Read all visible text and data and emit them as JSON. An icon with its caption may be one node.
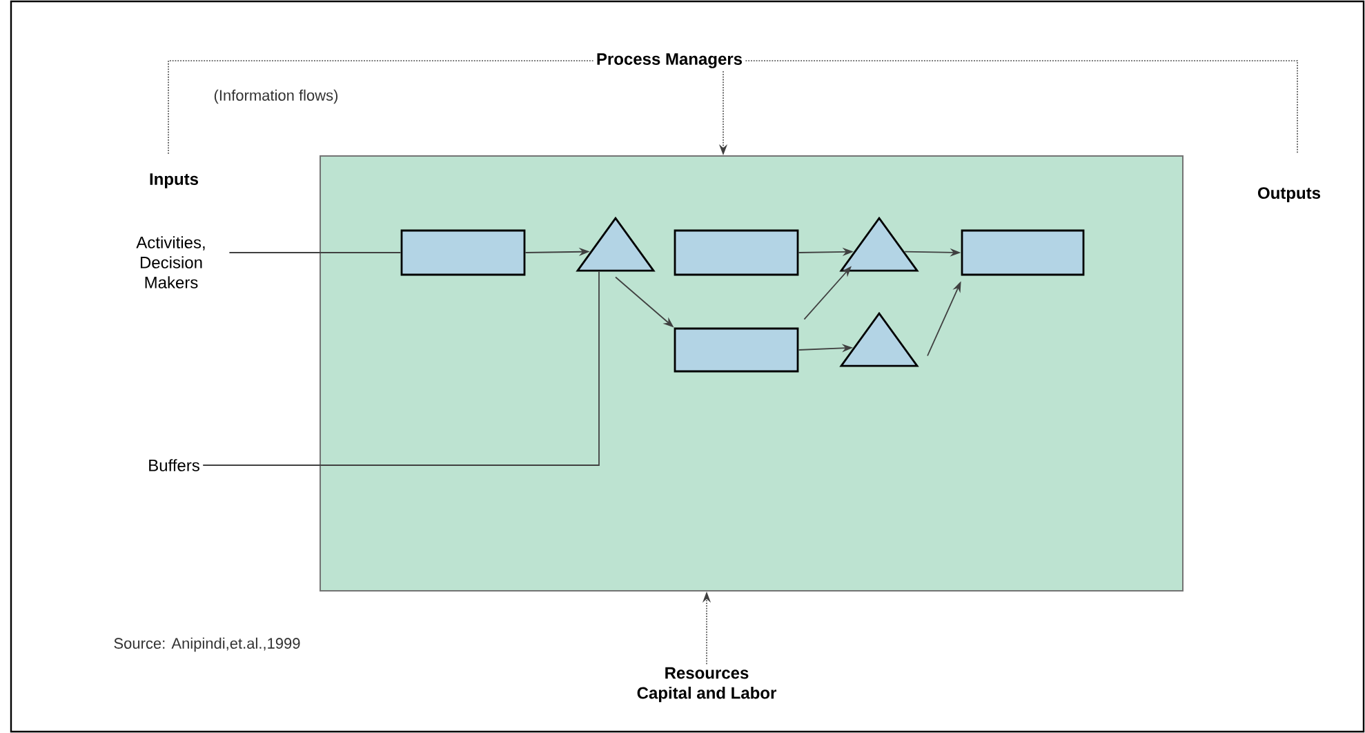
{
  "diagram": {
    "nodes": [
      {
        "text": [
          "Process Managers"
        ]
      },
      {
        "text": [
          "Inputs"
        ]
      },
      {
        "text": [
          "Outputs"
        ]
      },
      {
        "text": [],
        "shape": "box"
      },
      {
        "text": [
          "Activities, Decision Makers"
        ]
      },
      {
        "text": [
          "Buffers"
        ]
      },
      {
        "text": [],
        "shape": "box",
        "in": 3
      },
      {
        "text": [],
        "shape": "triangle",
        "in": 3
      },
      {
        "text": [],
        "shape": "box",
        "in": 3
      },
      {
        "text": [],
        "shape": "box",
        "in": 3
      },
      {
        "text": [],
        "shape": "triangle",
        "in": 3
      },
      {
        "text": [],
        "shape": "triangle",
        "in": 3
      },
      {
        "text": [],
        "shape": "box",
        "in": 3
      },
      {
        "text": [
          "Resources",
          "Capital and Labor"
        ]
      }
    ],
    "edges": [
      {
        "from": 0,
        "to": 3,
        "arrow": "to",
        "style": "dashed"
      },
      {
        "from": 0,
        "to": 1,
        "arrow": "none",
        "style": "dashed"
      },
      {
        "from": 0,
        "to": 2,
        "arrow": "none",
        "style": "dashed"
      },
      {
        "from": 13,
        "to": 3,
        "arrow": "to",
        "style": "dashed"
      },
      {
        "from": 4,
        "to": 6,
        "arrow": "none"
      },
      {
        "from": 6,
        "to": 7,
        "arrow": "to"
      },
      {
        "from": 7,
        "to": 9,
        "arrow": "to"
      },
      {
        "from": 5,
        "to": 7,
        "arrow": "none"
      },
      {
        "from": 8,
        "to": 10,
        "arrow": "to"
      },
      {
        "from": 9,
        "to": 10,
        "arrow": "to"
      },
      {
        "from": 9,
        "to": 11,
        "arrow": "to"
      },
      {
        "from": 10,
        "to": 12,
        "arrow": "to"
      },
      {
        "from": 11,
        "to": 12,
        "arrow": "to"
      }
    ],
    "labels": [
      "(Information flows)",
      "Source: Anipindi,et.al.,1999"
    ]
  }
}
